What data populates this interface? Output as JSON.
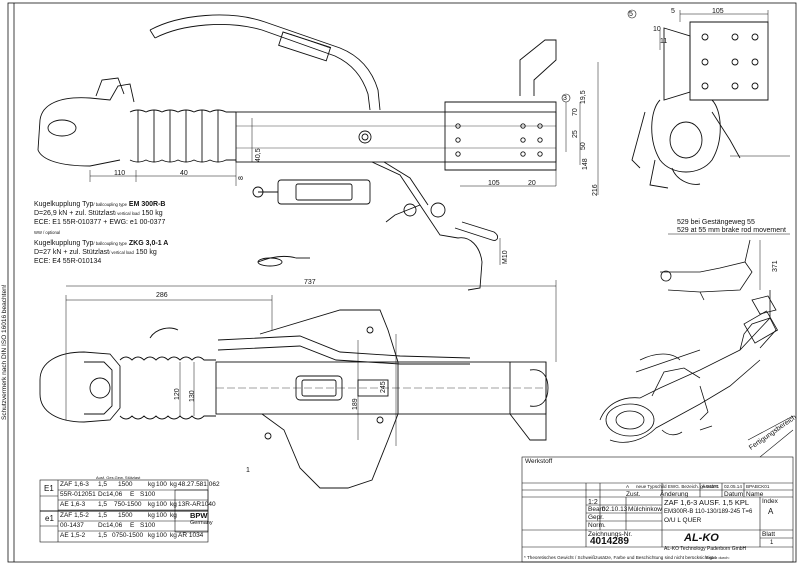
{
  "dimensions": {
    "d105_top": "105",
    "d5": "5",
    "d10": "10",
    "d11": "11",
    "d40_5": "40,5",
    "d110": "110",
    "d40": "40",
    "d8": "8",
    "d70": "70",
    "d19_5": "19,5",
    "d25": "25",
    "d50": "50",
    "d148": "148",
    "d216": "216",
    "d105_mid": "105",
    "d20": "20",
    "d3": "3",
    "m10": "M10",
    "d529_de": "529 bei Gestängeweg 55",
    "d529_en": "529 at 55 mm brake rod movement",
    "d371": "371",
    "d286": "286",
    "d737": "737",
    "d120": "120",
    "d130": "130",
    "d189": "189",
    "d245": "245",
    "d1": "1"
  },
  "spec1": {
    "line1_pre": "Kugelkupplung Typ",
    "line1_sub": "/ ballcoupling type",
    "line1_bold": "EM 300R-B",
    "line2": "D=26,9 kN",
    "line2_b": "+ zul. Stützlast",
    "line2_c": "/ vertical load",
    "line2_d": "150 kg",
    "line3": "ECE: E1 55R-010377",
    "line3_b": "+ EWG: e1 00-0377"
  },
  "optional": "WW / optional",
  "spec2": {
    "line1_pre": "Kugelkupplung Typ",
    "line1_sub": "/ ballcoupling type",
    "line1_bold": "ZKG 3,0-1 A",
    "line2": "D=27 kN",
    "line2_b": "+ zul. Stützlast",
    "line2_c": "/ vertical load",
    "line2_d": "150 kg",
    "line3": "ECE: E4 55R-010134"
  },
  "side_text": "Schutzvermerk nach DIN ISO 16016 beachten!",
  "fertigungsbereich": "Fertigungsbereich",
  "approval_table": {
    "e1_label": "E1",
    "e1b_label": "e1",
    "rows": [
      [
        "ZAF 1,6-3",
        "1,5",
        "1500",
        "kg",
        "100",
        "kg",
        "48.27.581.062"
      ],
      [
        "55R-012051",
        "Dc14,06",
        "E",
        "S100",
        "",
        "",
        ""
      ],
      [
        "AE 1,6-3",
        "1,5",
        "750-1500",
        "kg",
        "100",
        "kg",
        "13R-AR1040"
      ],
      [
        "ZAF 1,5-2",
        "1,5",
        "1500",
        "kg",
        "100",
        "kg",
        ""
      ],
      [
        "00-1437",
        "Dc14,06",
        "E",
        "S100",
        "",
        "",
        ""
      ],
      [
        "AE 1,5-2",
        "1,5",
        "0750-1500",
        "kg",
        "100",
        "kg",
        "AR 1034"
      ]
    ],
    "header_mini": "Ausf.   Ges.Gew.  Stützlast",
    "bpw": "BPW",
    "bpw_country": "Germany"
  },
  "title_block": {
    "werkstoff": "Werkstoff",
    "change_row": [
      "A",
      "neue Typschild EWG. Bezeich. geändert",
      "Ä 04071",
      "02.05.14",
      "BPABCK01"
    ],
    "change_header": [
      "Zust.",
      "Änderung",
      "Datum",
      "Name"
    ],
    "scale": "1:2",
    "bearb": "Bearb.",
    "date": "02.10.13",
    "name": "Mülchinkow",
    "gepr": "Gepr.",
    "norm": "Norm.",
    "title1": "ZAF 1,6-3 AUSF. 1,5 KPL",
    "title2": "EM300R-B  110-130/189-245 T=6",
    "title3": "O/U L QUER",
    "zeichn_label": "Zeichnungs-Nr.",
    "drawing_no": "4014289",
    "brand": "AL-KO",
    "company": "AL-KO Technology Paderborn GmbH",
    "index_label": "Index",
    "index": "A",
    "blatt_label": "Blatt",
    "blatt": "1",
    "footer": "* Theoretisches Gewicht / Schweißzusätze, Farbe und Beschichtung sind nicht berücksichtigt !",
    "ersatz": "Ersatz durch:"
  },
  "callouts": {
    "c5": "5",
    "c3": "3"
  }
}
